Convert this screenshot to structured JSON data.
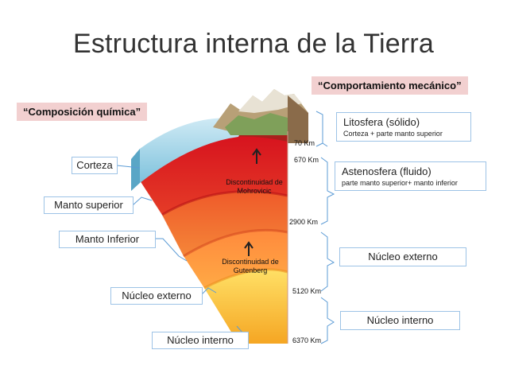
{
  "title": "Estructura interna de la Tierra",
  "headers": {
    "left": "“Composición química”",
    "right": "“Comportamiento mecánico”"
  },
  "left_layers": [
    "Corteza",
    "Manto superior",
    "Manto Inferior",
    "Núcleo externo",
    "Núcleo interno"
  ],
  "depths": [
    "70 Km",
    "670 Km",
    "2900 Km",
    "5120 Km",
    "6370 Km"
  ],
  "discontinuities": {
    "mohorovicic": [
      "Discontinuidad de",
      "Mohrovicic"
    ],
    "gutenberg": [
      "Discontinuidad de",
      "Gutenberg"
    ]
  },
  "right_layers": {
    "litosfera": {
      "title": "Litosfera (sólido)",
      "sub": "Corteza + parte manto superior"
    },
    "astenosfera": {
      "title": "Astenosfera (fluido)",
      "sub": "parte manto superior+ manto inferior"
    },
    "nucleo_externo": "Núcleo externo",
    "nucleo_interno": "Núcleo interno"
  },
  "colors": {
    "box_border": "#9dc3e6",
    "header_bg": "#f2d0d0",
    "connector": "#5b9bd5"
  }
}
